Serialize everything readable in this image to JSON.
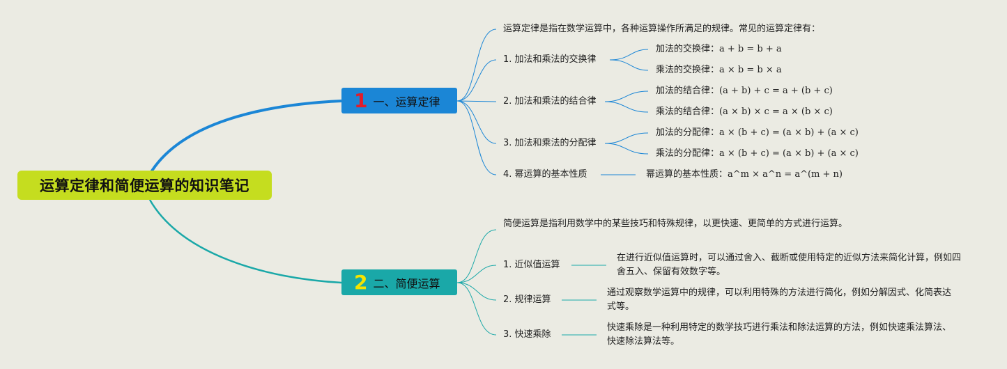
{
  "root": {
    "title": "运算定律和简便运算的知识笔记"
  },
  "branches": [
    {
      "num": "1",
      "label": "一、运算定律",
      "intro": "运算定律是指在数学运算中，各种运算操作所满足的规律。常见的运算定律有：",
      "items": [
        {
          "label": "1. 加法和乘法的交换律",
          "children": [
            {
              "name": "加法的交换律：",
              "formula": "a + b = b + a"
            },
            {
              "name": "乘法的交换律：",
              "formula": "a × b = b × a"
            }
          ]
        },
        {
          "label": "2. 加法和乘法的结合律",
          "children": [
            {
              "name": "加法的结合律：",
              "formula": "(a + b) + c = a + (b + c)"
            },
            {
              "name": "乘法的结合律：",
              "formula": "(a × b) × c = a × (b × c)"
            }
          ]
        },
        {
          "label": "3. 加法和乘法的分配律",
          "children": [
            {
              "name": "加法的分配律：",
              "formula": "a × (b + c) = (a × b) + (a × c)"
            },
            {
              "name": "乘法的分配律：",
              "formula": "a × (b + c) = (a × b) + (a × c)"
            }
          ]
        },
        {
          "label": "4. 幂运算的基本性质",
          "children": [
            {
              "name": "幂运算的基本性质：",
              "formula": "a^m × a^n = a^(m + n)"
            }
          ]
        }
      ]
    },
    {
      "num": "2",
      "label": "二、简便运算",
      "intro": "简便运算是指利用数学中的某些技巧和特殊规律，以更快速、更简单的方式进行运算。",
      "items": [
        {
          "label": "1. 近似值运算",
          "detail": "在进行近似值运算时，可以通过舍入、截断或使用特定的近似方法来简化计算，例如四舍五入、保留有效数字等。"
        },
        {
          "label": "2. 规律运算",
          "detail": "通过观察数学运算中的规律，可以利用特殊的方法进行简化，例如分解因式、化简表达式等。"
        },
        {
          "label": "3. 快速乘除",
          "detail": "快速乘除是一种利用特定的数学技巧进行乘法和除法运算的方法，例如快速乘法算法、快速除法算法等。"
        }
      ]
    }
  ],
  "colors": {
    "background": "#ebebe3",
    "root": "#c5dd1f",
    "branch1": "#1b86d6",
    "branch2": "#1aa8a8",
    "num1": "#e11d2b",
    "num2": "#f5e400"
  }
}
